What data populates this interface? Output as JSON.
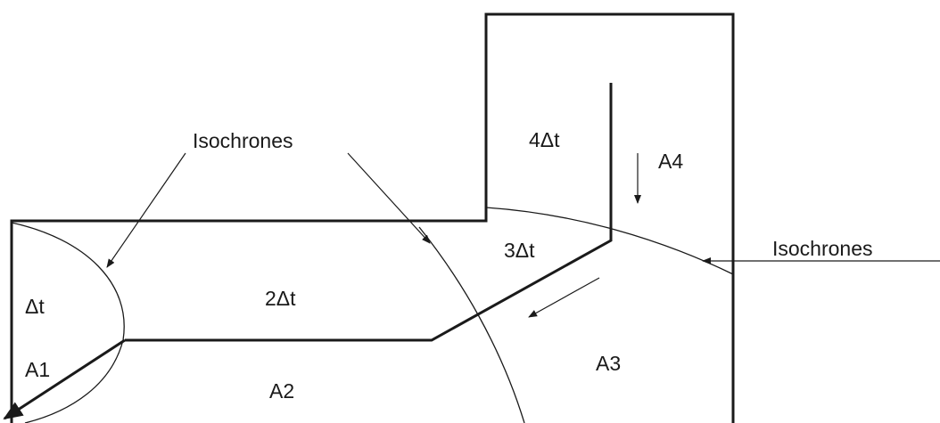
{
  "diagram": {
    "time_labels": {
      "t1": "Δt",
      "t2": "2Δt",
      "t3": "3Δt",
      "t4": "4Δt"
    },
    "area_labels": {
      "a1": "A1",
      "a2": "A2",
      "a3": "A3",
      "a4": "A4"
    },
    "callouts": {
      "isochrones_top": "Isochrones",
      "isochrones_right": "Isochrones"
    }
  }
}
